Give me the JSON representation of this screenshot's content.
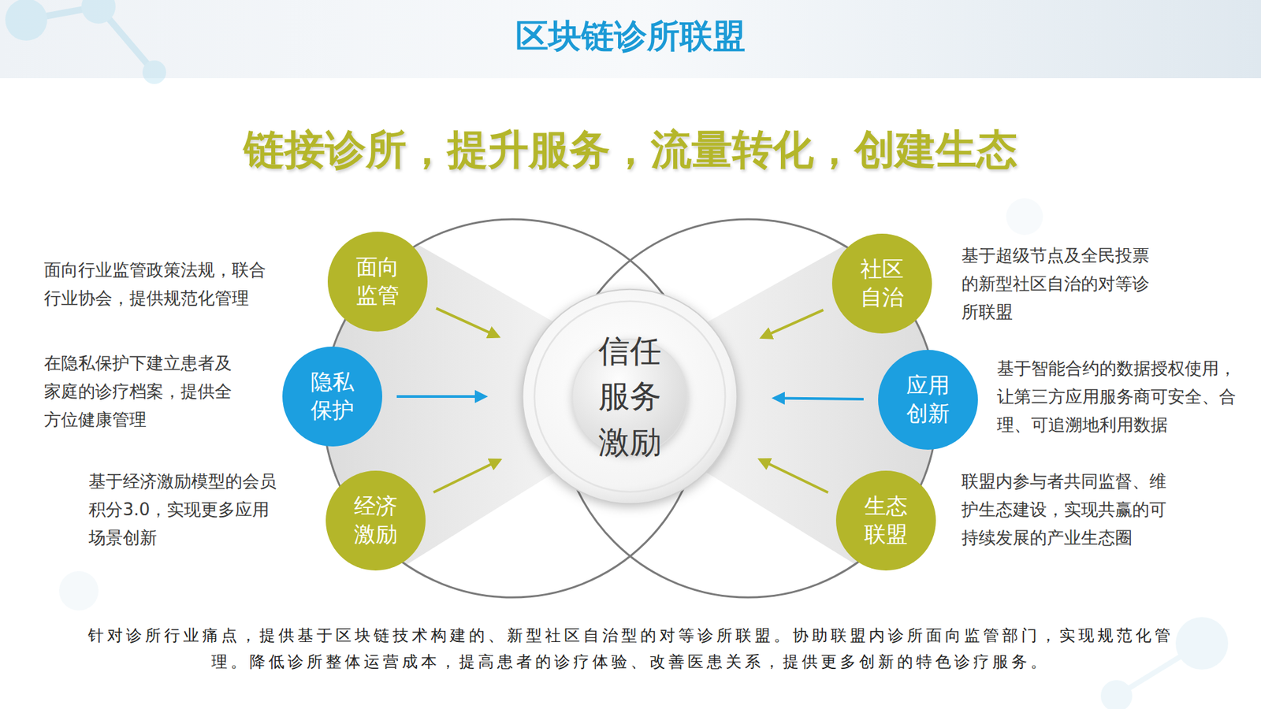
{
  "diagram": {
    "title": "区块链诊所联盟",
    "caption": "针对诊所行业痛点，提供基于区块链技术构建的、新型社区自治型的对等诊所联盟。协助联盟内诊所面向监管部门，实现规范化管理。降低诊所整体运营成本，提高患者的诊疗体验、改善医患关系，提供更多创新的特色诊疗服务。",
    "nodes": [
      {
        "text": [
          "面向 监管"
        ]
      },
      {
        "text": [
          "隐私 保护"
        ]
      },
      {
        "text": [
          "经济 激励"
        ]
      },
      {
        "text": [
          "信任 服务 激励"
        ]
      },
      {
        "text": [
          "社区 自治"
        ]
      },
      {
        "text": [
          "应用 创新"
        ]
      },
      {
        "text": [
          "生态 联盟"
        ]
      }
    ],
    "edges": [
      {
        "from": 0,
        "to": 3,
        "arrow": "to"
      },
      {
        "from": 1,
        "to": 3,
        "arrow": "to"
      },
      {
        "from": 2,
        "to": 3,
        "arrow": "to"
      },
      {
        "from": 4,
        "to": 3,
        "arrow": "to"
      },
      {
        "from": 5,
        "to": 3,
        "arrow": "to"
      },
      {
        "from": 6,
        "to": 3,
        "arrow": "to"
      }
    ],
    "labels": [
      "链接诊所，提升服务，流量转化，创建生态",
      "面向行业监管政策法规，联合行业协会，提供规范化管理",
      "在隐私保护下建立患者及家庭的诊疗档案，提供全方位健康管理",
      "基于经济激励模型的会员积分3.0，实现更多应用场景创新",
      "基于超级节点及全民投票的新型社区自治的对等诊所联盟",
      "基于智能合约的数据授权使用，让第三方应用服务商可安全、合理、可追溯地利用数据",
      "联盟内参与者共同监督、维护生态建设，实现共赢的可持续发展的产业生态圈"
    ]
  }
}
